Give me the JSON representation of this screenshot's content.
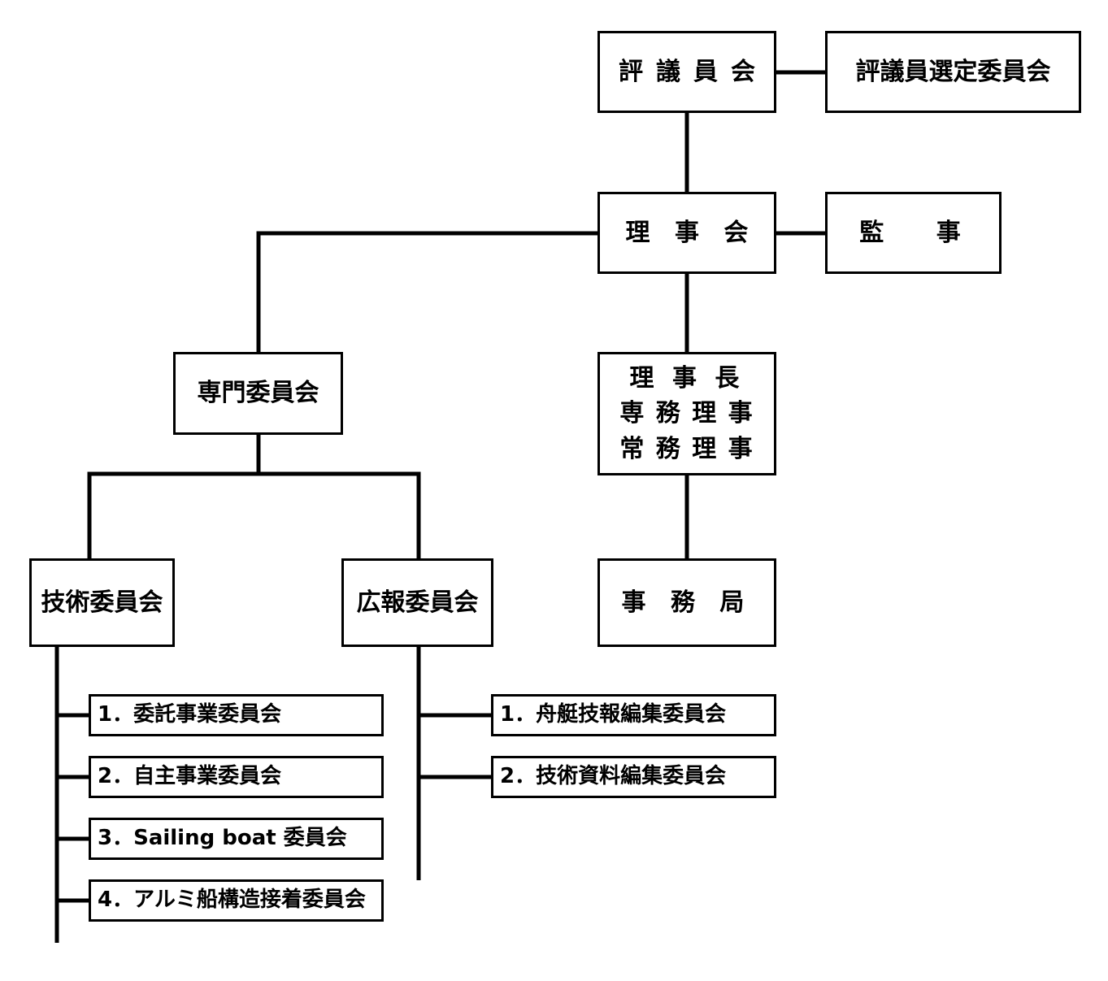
{
  "nodes": {
    "hyogiinkai": "評議員会",
    "hyogiin_sentei": "評議員選定委員会",
    "rijikai": "理 事 会",
    "kanji": "監　 事",
    "senmon": "専門委員会",
    "officers": [
      "理 事 長",
      "専 務 理 事",
      "常 務 理 事"
    ],
    "gijutsu": "技術委員会",
    "koho": "広報委員会",
    "jimukyoku": "事 務 局"
  },
  "gijutsu_subcommittees": [
    "1．委託事業委員会",
    "2．自主事業委員会",
    "3．Sailing boat 委員会",
    "4．アルミ船構造接着委員会"
  ],
  "koho_subcommittees": [
    "1．舟艇技報編集委員会",
    "2．技術資料編集委員会"
  ]
}
